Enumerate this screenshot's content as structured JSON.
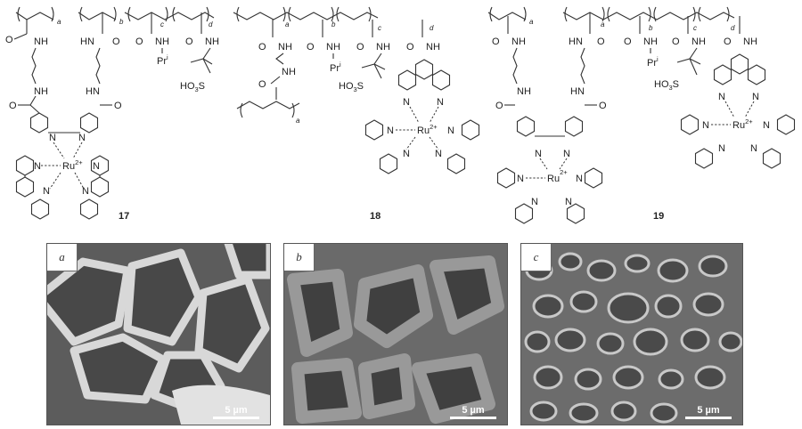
{
  "figure": {
    "compounds": [
      {
        "number": "17",
        "blocks": [
          "a",
          "b",
          "c",
          "d"
        ],
        "groups": {
          "amide1": "NH",
          "amide2": "HN",
          "linker_nh1": "NH",
          "linker_nh2": "HN",
          "pr": "Pr",
          "pr_sup": "i",
          "sulfo": "HO",
          "sulfo_sub": "3",
          "sulfo_s": "S",
          "ru": "Ru",
          "charge": "2+",
          "n": "N",
          "o": "O",
          "nh_c": "NH",
          "nh_d": "NH"
        }
      },
      {
        "number": "18",
        "blocks": [
          "a",
          "b",
          "c",
          "d",
          "a"
        ],
        "groups": {
          "nh1": "NH",
          "nh2": "NH",
          "nh_b": "NH",
          "nh_c": "NH",
          "nh_d": "NH",
          "pr": "Pr",
          "pr_sup": "i",
          "sulfo": "HO",
          "sulfo_sub": "3",
          "sulfo_s": "S",
          "ru": "Ru",
          "charge": "2+",
          "n": "N",
          "o": "O"
        }
      },
      {
        "number": "19",
        "blocks": [
          "a",
          "a",
          "b",
          "c",
          "d"
        ],
        "groups": {
          "nh1": "NH",
          "hn1": "HN",
          "nh2": "NH",
          "hn2": "HN",
          "nh_b": "NH",
          "nh_c": "NH",
          "nh_d": "NH",
          "pr": "Pr",
          "pr_sup": "i",
          "sulfo": "HO",
          "sulfo_sub": "3",
          "sulfo_s": "S",
          "ru": "Ru",
          "charge": "2+",
          "n": "N",
          "o": "O"
        }
      }
    ],
    "panels": [
      {
        "label": "a",
        "scale": "5 µm"
      },
      {
        "label": "b",
        "scale": "5 µm"
      },
      {
        "label": "c",
        "scale": "5 µm"
      }
    ]
  }
}
